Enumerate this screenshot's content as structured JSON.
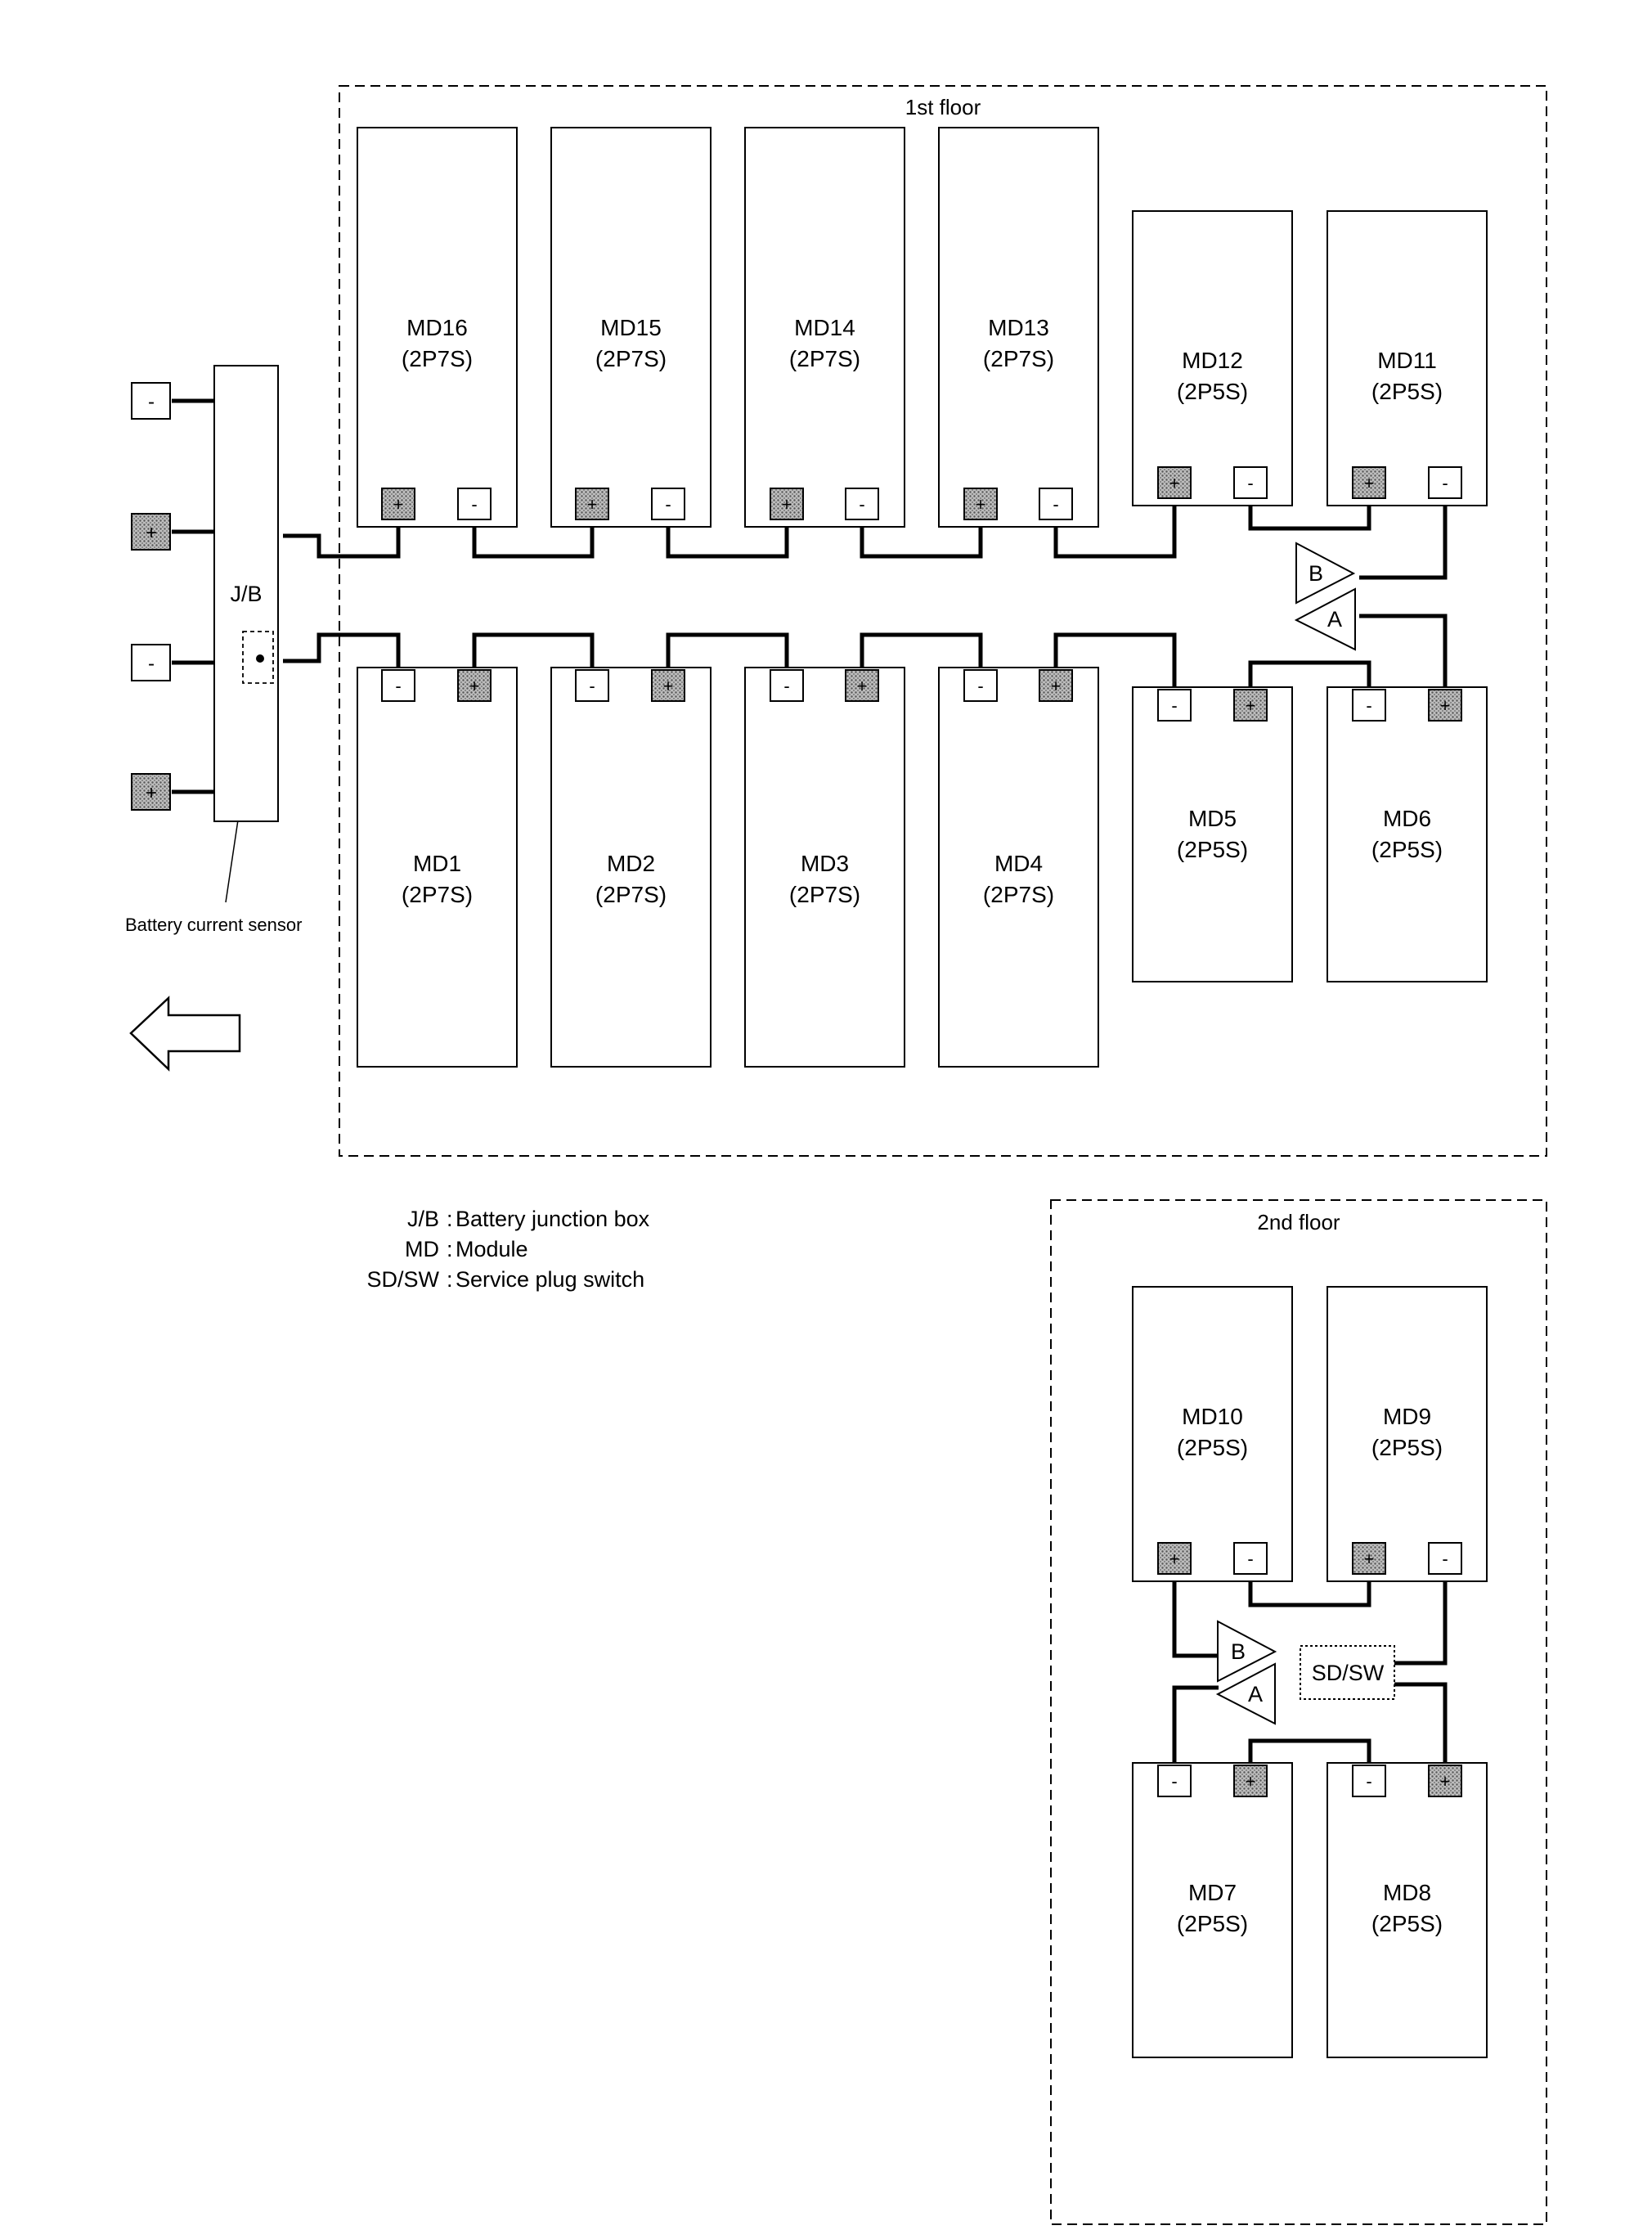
{
  "floors": {
    "first": "1st floor",
    "second": "2nd floor"
  },
  "junction_box": {
    "label": "J/B",
    "sensor_label": "Battery current sensor"
  },
  "terminal_symbols": {
    "positive": "+",
    "negative": "-"
  },
  "modules": [
    {
      "id": "MD1",
      "name": "MD1",
      "config": "(2P7S)"
    },
    {
      "id": "MD2",
      "name": "MD2",
      "config": "(2P7S)"
    },
    {
      "id": "MD3",
      "name": "MD3",
      "config": "(2P7S)"
    },
    {
      "id": "MD4",
      "name": "MD4",
      "config": "(2P7S)"
    },
    {
      "id": "MD5",
      "name": "MD5",
      "config": "(2P5S)"
    },
    {
      "id": "MD6",
      "name": "MD6",
      "config": "(2P5S)"
    },
    {
      "id": "MD7",
      "name": "MD7",
      "config": "(2P5S)"
    },
    {
      "id": "MD8",
      "name": "MD8",
      "config": "(2P5S)"
    },
    {
      "id": "MD9",
      "name": "MD9",
      "config": "(2P5S)"
    },
    {
      "id": "MD10",
      "name": "MD10",
      "config": "(2P5S)"
    },
    {
      "id": "MD11",
      "name": "MD11",
      "config": "(2P5S)"
    },
    {
      "id": "MD12",
      "name": "MD12",
      "config": "(2P5S)"
    },
    {
      "id": "MD13",
      "name": "MD13",
      "config": "(2P7S)"
    },
    {
      "id": "MD14",
      "name": "MD14",
      "config": "(2P7S)"
    },
    {
      "id": "MD15",
      "name": "MD15",
      "config": "(2P7S)"
    },
    {
      "id": "MD16",
      "name": "MD16",
      "config": "(2P7S)"
    }
  ],
  "connectors": {
    "b": "B",
    "a": "A"
  },
  "service_plug": "SD/SW",
  "legend": [
    {
      "abbr": "J/B",
      "meaning": "Battery junction box"
    },
    {
      "abbr": "MD",
      "meaning": "Module"
    },
    {
      "abbr": "SD/SW",
      "meaning": "Service plug switch"
    }
  ]
}
